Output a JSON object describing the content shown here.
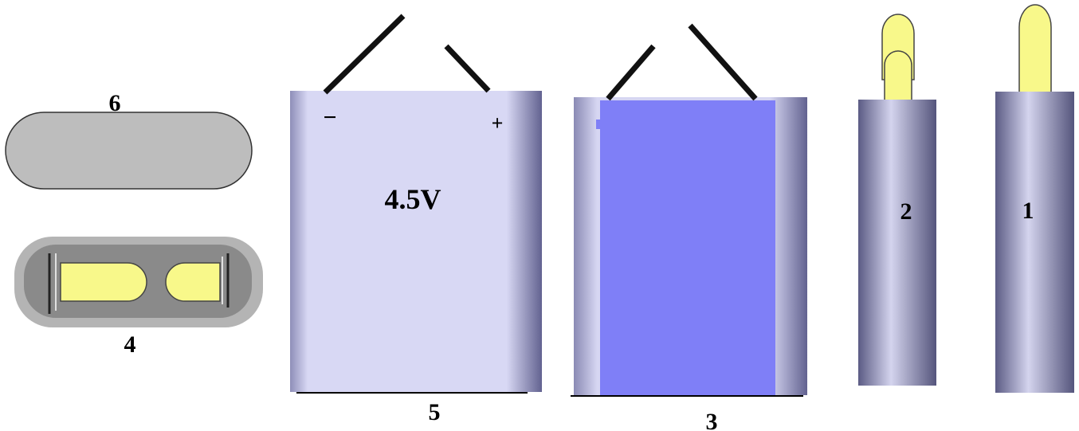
{
  "labels": {
    "part1": "1",
    "part2": "2",
    "part3": "3",
    "part4": "4",
    "part5": "5",
    "part6": "6",
    "voltage": "4.5V",
    "minus": "−",
    "plus": "+"
  },
  "colors": {
    "cylinder_dark": "#5a5a82",
    "cylinder_light": "#d6d6ef",
    "battery_face": "#d8d8f8",
    "inner_block": "#7f7ff7",
    "terminal_yellow": "#f8f88a",
    "cap_gray": "#bcbcbc",
    "tray_gray": "#8c8c8c"
  }
}
